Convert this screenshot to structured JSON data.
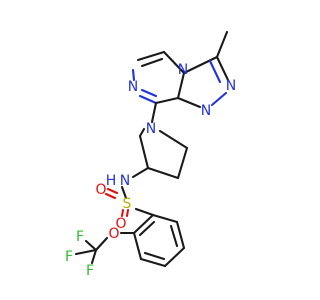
{
  "molecule": {
    "atoms": {
      "n_triazole_top": "N",
      "n_triazole_a": "N",
      "n_triazole_b": "N",
      "n_pyrazine": "N",
      "n_pyrrolidine": "N",
      "n_amide": "N",
      "h_amide": "H",
      "s_sulfonyl": "S",
      "o_sulfonyl_top": "O",
      "o_sulfonyl_bottom": "O",
      "o_ether": "O",
      "f_top": "F",
      "f_left": "F",
      "f_bottom": "F"
    },
    "colors": {
      "carbon": "#1a1a1a",
      "nitrogen": "#2233dd",
      "oxygen": "#e01010",
      "sulfur": "#b8b000",
      "fluorine": "#33bb33"
    }
  }
}
